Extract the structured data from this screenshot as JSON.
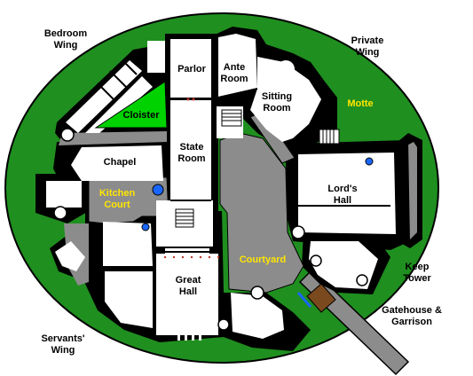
{
  "colors": {
    "motte_green": "#1f8f1f",
    "floor_white": "#ffffff",
    "wall_black": "#000000",
    "courtyard_gray": "#8c8c8c",
    "cloister_green": "#00d200",
    "stair_blue": "#1a66ff",
    "gate_brown": "#7a4a1e",
    "label_yellow": "#ffe600",
    "label_black": "#000000"
  },
  "labels": {
    "bedroom_wing": "Bedroom Wing",
    "parlor": "Parlor",
    "ante_room": "Ante Room",
    "private_wing": "Private Wing",
    "sitting_room": "Sitting Room",
    "motte": "Motte",
    "cloister": "Cloister",
    "state_room": "State Room",
    "chapel": "Chapel",
    "lords_hall": "Lord's Hall",
    "kitchen_court": "Kitchen Court",
    "courtyard": "Courtyard",
    "keep_tower": "Keep Tower",
    "great_hall": "Great Hall",
    "gatehouse_garrison": "Gatehouse & Garrison",
    "servants_wing": "Servants' Wing"
  }
}
